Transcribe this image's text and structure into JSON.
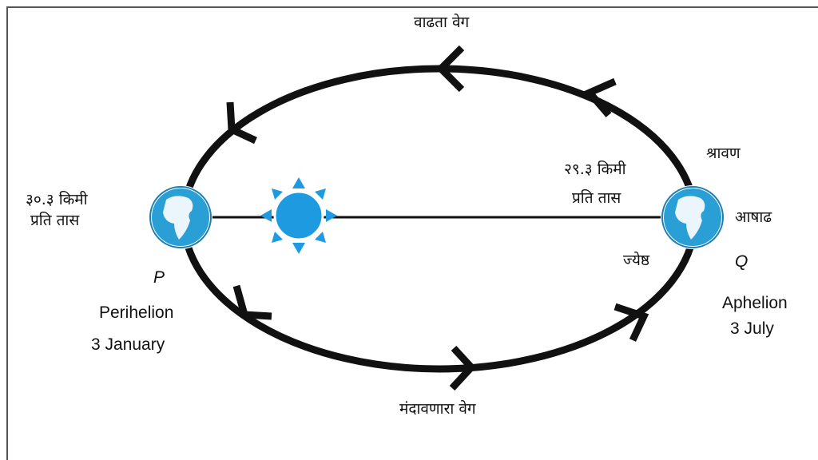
{
  "title_top": "वाढता वेग",
  "title_bottom": "मंदावणारा वेग",
  "perihelion": {
    "speed_line1": "३०.३ किमी",
    "speed_line2": "प्रति तास",
    "point": "P",
    "name": "Perihelion",
    "date": "3 January"
  },
  "aphelion": {
    "speed_line1": "२९.३ किमी",
    "speed_line2": "प्रति तास",
    "point": "Q",
    "name": "Aphelion",
    "date": "3 July",
    "month_above": "श्रावण",
    "month_right": "आषाढ",
    "month_below": "ज्येष्ठ"
  },
  "colors": {
    "earth": "#2a9fd6",
    "sun": "#1e9be0",
    "orbit": "#111111"
  }
}
